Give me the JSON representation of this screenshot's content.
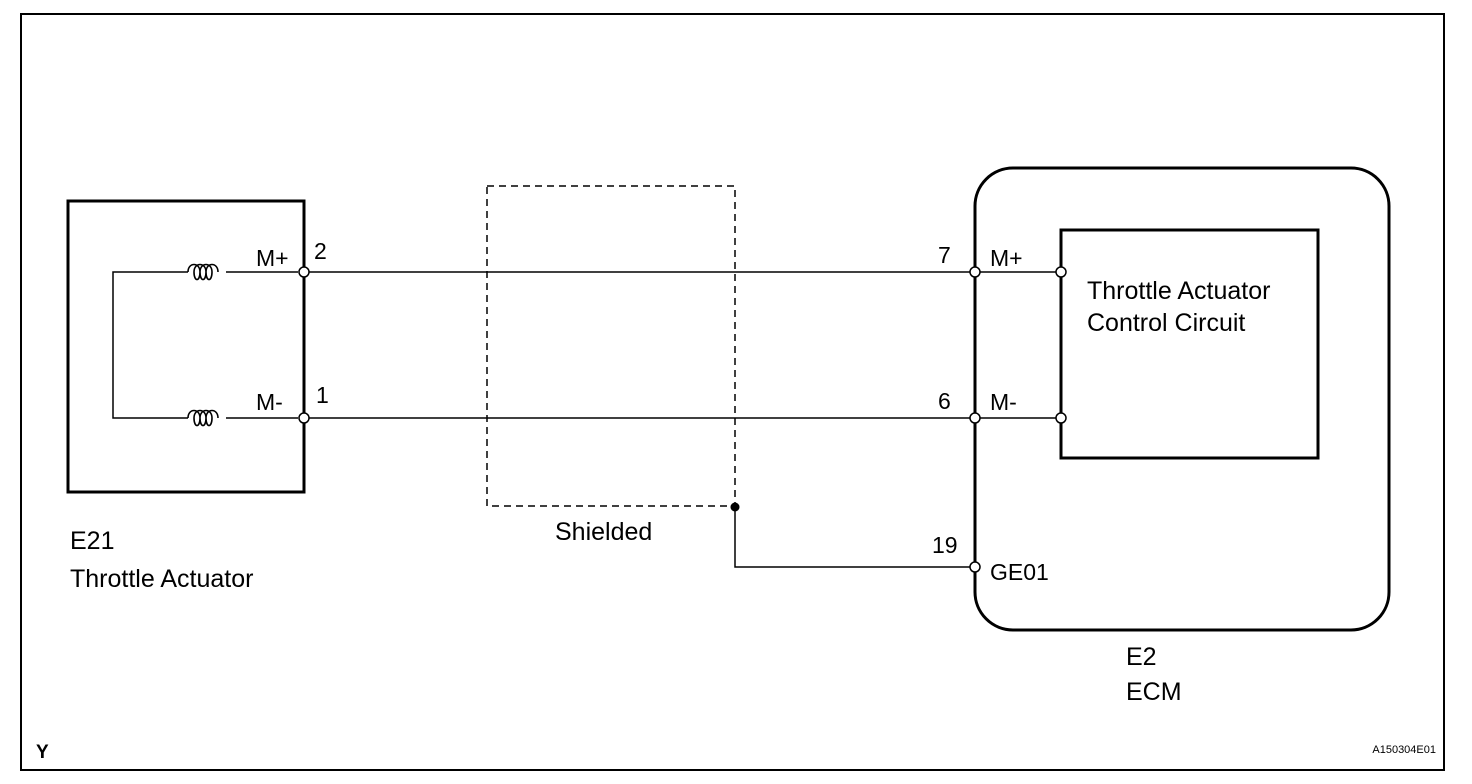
{
  "throttle_actuator": {
    "code": "E21",
    "name": "Throttle Actuator",
    "pin_m_plus": {
      "label": "M+",
      "number": "2"
    },
    "pin_m_minus": {
      "label": "M-",
      "number": "1"
    }
  },
  "shield": {
    "label": "Shielded"
  },
  "ecm": {
    "code": "E2",
    "name": "ECM",
    "pin_m_plus": {
      "label": "M+",
      "number": "7"
    },
    "pin_m_minus": {
      "label": "M-",
      "number": "6"
    },
    "pin_ground": {
      "label": "GE01",
      "number": "19"
    },
    "control_circuit": {
      "line1": "Throttle Actuator",
      "line2": "Control Circuit"
    }
  },
  "footer": {
    "left_mark": "Y",
    "figure_code": "A150304E01"
  }
}
